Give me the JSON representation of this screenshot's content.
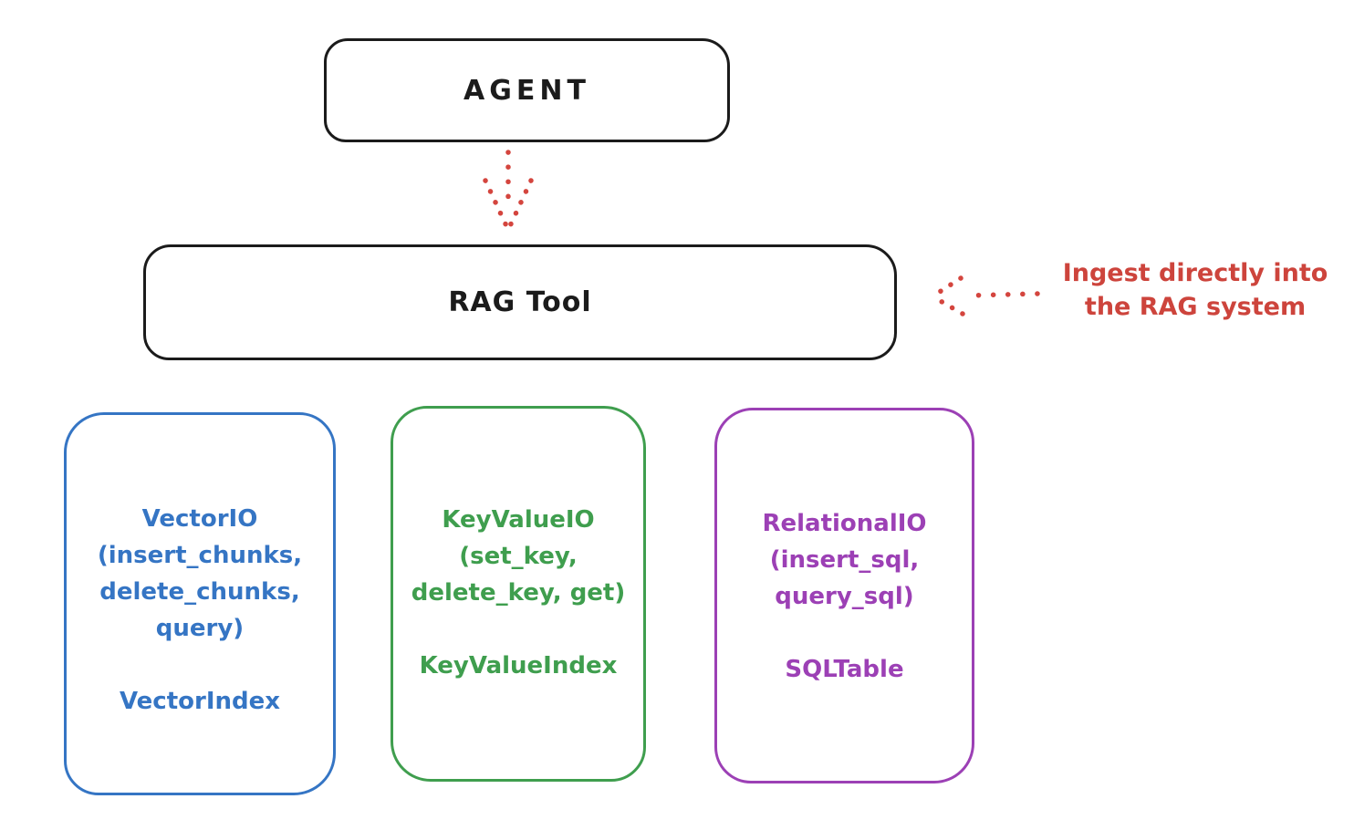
{
  "diagram": {
    "background_color": "#ffffff",
    "stroke_color": "#1b1b1b",
    "agent_box": {
      "label": "AGENT"
    },
    "rag_box": {
      "label": "RAG Tool"
    },
    "agent_to_rag_arrow": {
      "style": "dotted",
      "direction": "down",
      "color": "#d4453e"
    },
    "ingest_arrow": {
      "style": "dotted",
      "direction": "left",
      "color": "#d4453e"
    },
    "annotation": {
      "text": "Ingest directly into\nthe RAG system",
      "color": "#cd443c"
    },
    "components": [
      {
        "id": "vector-io",
        "color": "#3575c4",
        "methods": "VectorIO\n(insert_chunks,\ndelete_chunks,\nquery)",
        "index": "VectorIndex"
      },
      {
        "id": "keyvalue-io",
        "color": "#3f9e4e",
        "methods": "KeyValueIO\n(set_key,\ndelete_key, get)",
        "index": "KeyValueIndex"
      },
      {
        "id": "relational-io",
        "color": "#9c40b5",
        "methods": "RelationalIO\n(insert_sql,\nquery_sql)",
        "index": "SQLTable"
      }
    ]
  }
}
